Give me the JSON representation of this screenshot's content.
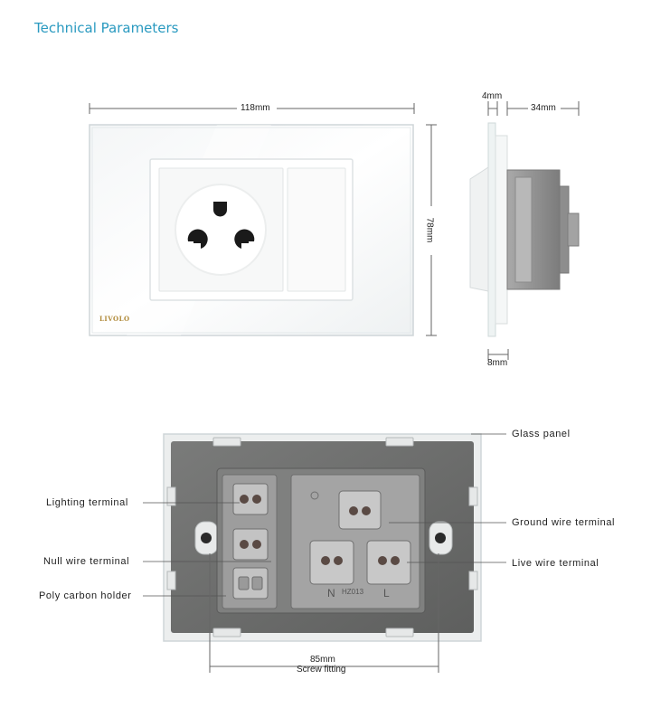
{
  "header": {
    "title": "Technical Parameters"
  },
  "dimensions": {
    "width": "118mm",
    "height": "78mm",
    "glass_thickness": "4mm",
    "depth": "34mm",
    "base_thickness": "8mm",
    "screw_fitting_value": "85mm",
    "screw_fitting_label": "Screw fitting"
  },
  "front": {
    "brand": "LIVOLO"
  },
  "back": {
    "terminal_marks": {
      "neutral": "N",
      "live": "L",
      "model": "HZ013"
    }
  },
  "callouts": {
    "glass_panel": "Glass panel",
    "lighting_terminal": "Lighting  terminal",
    "ground_wire_terminal": "Ground wire terminal",
    "null_wire_terminal": "Null wire terminal",
    "live_wire_terminal": "Live wire terminal",
    "poly_carbon_holder": "Poly carbon holder"
  },
  "colors": {
    "accent": "#2a9ac0",
    "glass_edge": "#cfd5d8",
    "back_plate": "#727372",
    "module": "#9c9c9c"
  }
}
